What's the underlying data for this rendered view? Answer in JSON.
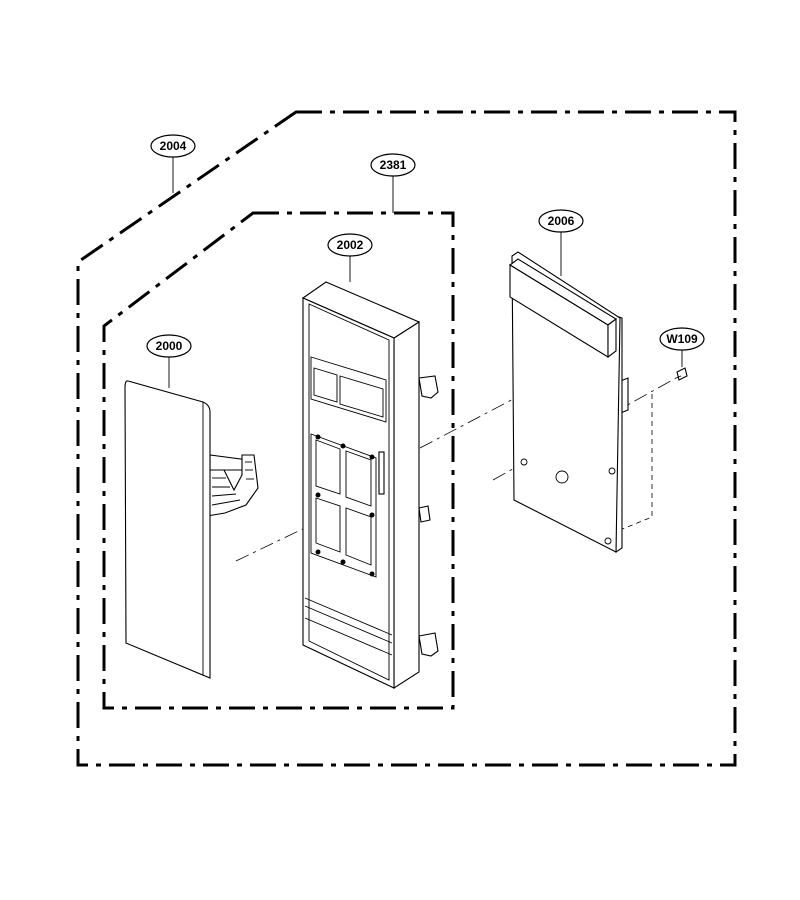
{
  "diagram": {
    "callouts": {
      "assembly_outer": "2004",
      "assembly_inner": "2381",
      "control_panel": "2002",
      "membrane_switch": "2000",
      "pcb_board": "2006",
      "screw": "W109"
    }
  }
}
